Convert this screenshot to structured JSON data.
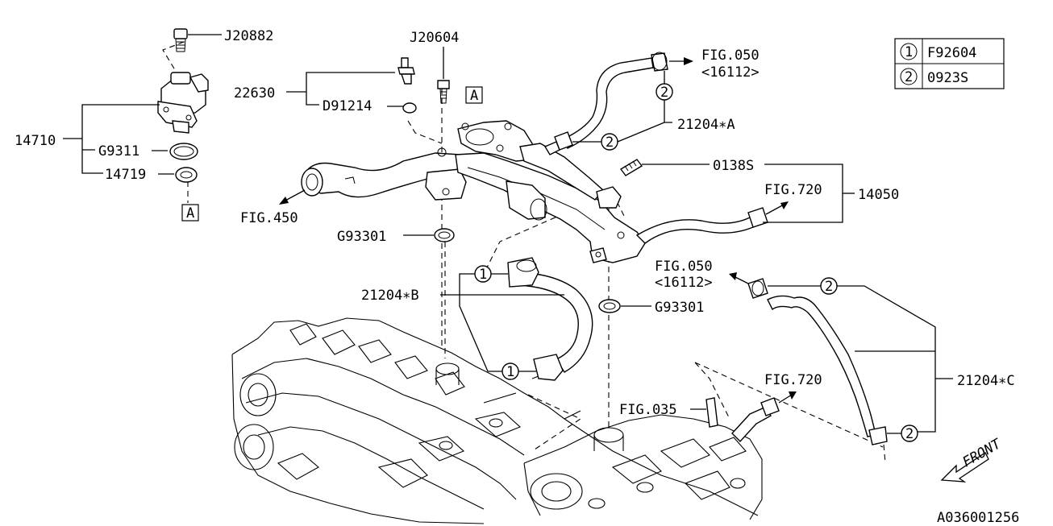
{
  "legend": [
    {
      "num": "1",
      "code": "F92604"
    },
    {
      "num": "2",
      "code": "0923S"
    }
  ],
  "parts": {
    "j20882": "J20882",
    "j20604": "J20604",
    "p22630": "22630",
    "d91214": "D91214",
    "p14710": "14710",
    "g9311": "G9311",
    "p14719": "14719",
    "p21204a": "21204∗A",
    "p0138s": "0138S",
    "p14050": "14050",
    "g93301_upper": "G93301",
    "p21204b": "21204∗B",
    "g93301_lower": "G93301",
    "p21204c": "21204∗C"
  },
  "refs": {
    "fig050_top": "FIG.050",
    "fig050_top_sub": "<16112>",
    "fig720_upper": "FIG.720",
    "fig450": "FIG.450",
    "fig050_mid": "FIG.050",
    "fig050_mid_sub": "<16112>",
    "fig720_lower": "FIG.720",
    "fig035": "FIG.035"
  },
  "markers": {
    "a_top": "A",
    "a_left": "A"
  },
  "callouts": {
    "c2_top": "2",
    "c2_a": "2",
    "c1_upper": "1",
    "c1_lower": "1",
    "c2_mid": "2",
    "c2_bottom": "2"
  },
  "front_label": "FRONT",
  "diagram_code": "A036001256"
}
